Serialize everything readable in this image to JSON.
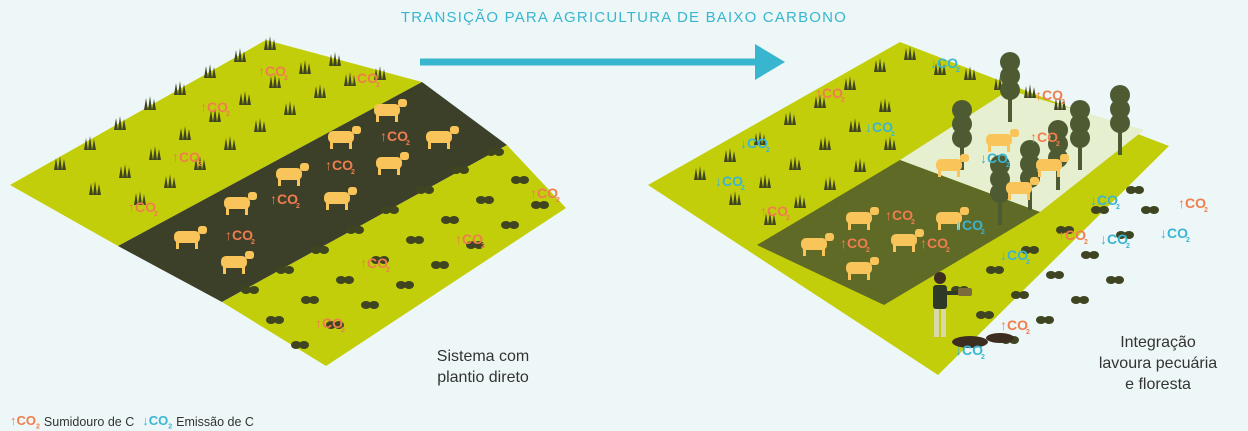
{
  "title": "TRANSIÇÃO PARA AGRICULTURA DE BAIXO CARBONO",
  "left_caption": [
    "Sistema com",
    "plantio direto"
  ],
  "right_caption": [
    "Integração",
    "lavoura pecuária",
    "e floresta"
  ],
  "co2_label": "CO",
  "co2_subscript": "2",
  "legend": {
    "sink_arrow": "↑",
    "sink_label": "Sumidouro de C",
    "emission_arrow": "↓",
    "emission_label": "Emissão de C"
  },
  "colors": {
    "field": "#c3ce0b",
    "pasture_dark": "#3d4029",
    "pasture_mid": "#5f6a27",
    "forest_light": "#e6efcf",
    "grass": "#3f4520",
    "cow": "#f9c55a",
    "tree": "#4d5a32",
    "arrow": "#39b6cf",
    "co2_up": "#f07d4e",
    "co2_down": "#3ab5d3"
  }
}
